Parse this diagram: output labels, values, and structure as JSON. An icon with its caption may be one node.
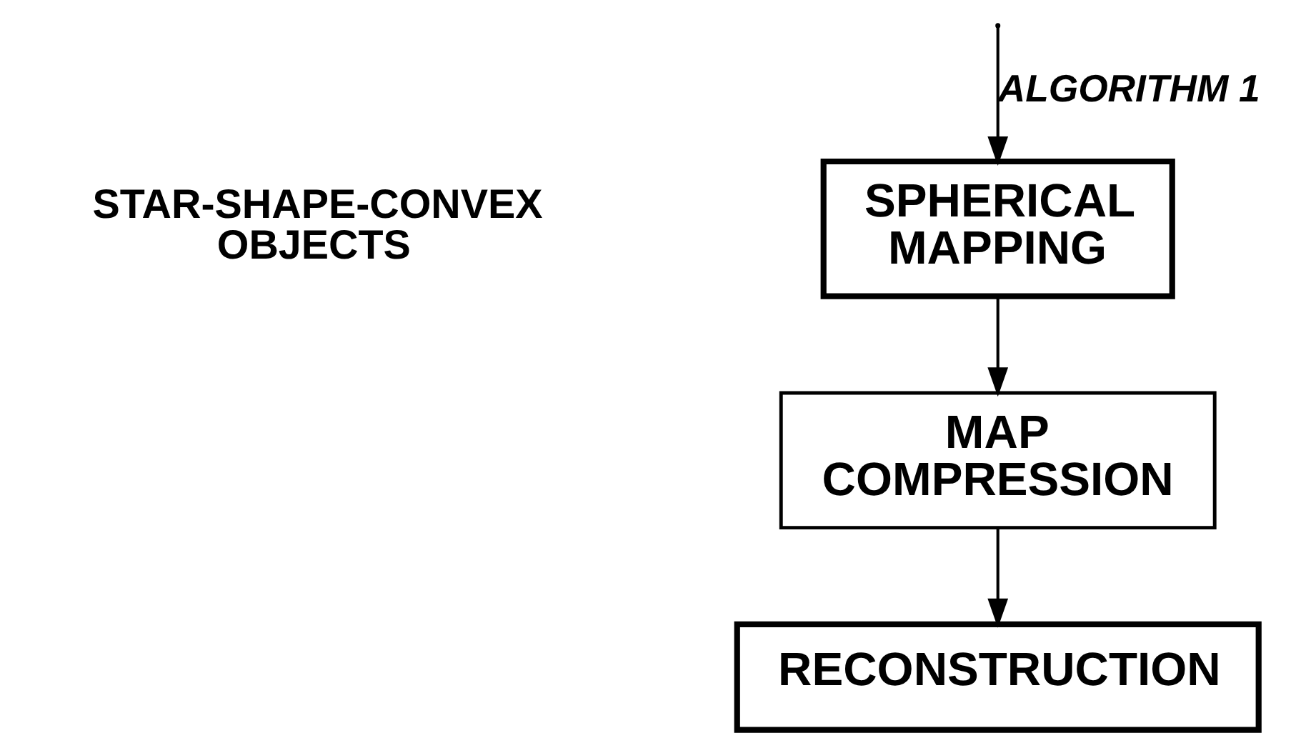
{
  "diagram": {
    "nodes": [
      {
        "text": [
          "SPHERICAL MAPPING"
        ]
      },
      {
        "text": [
          "MAP COMPRESSION"
        ]
      },
      {
        "text": [
          "RECONSTRUCTION"
        ]
      }
    ],
    "edges": [
      {
        "from": null,
        "to": 0,
        "arrow": "to",
        "label": "ALGORITHM 1"
      },
      {
        "from": 0,
        "to": 1,
        "arrow": "to"
      },
      {
        "from": 1,
        "to": 2,
        "arrow": "to"
      }
    ],
    "labels": [
      "STAR-SHAPE-CONVEX OBJECTS"
    ]
  }
}
